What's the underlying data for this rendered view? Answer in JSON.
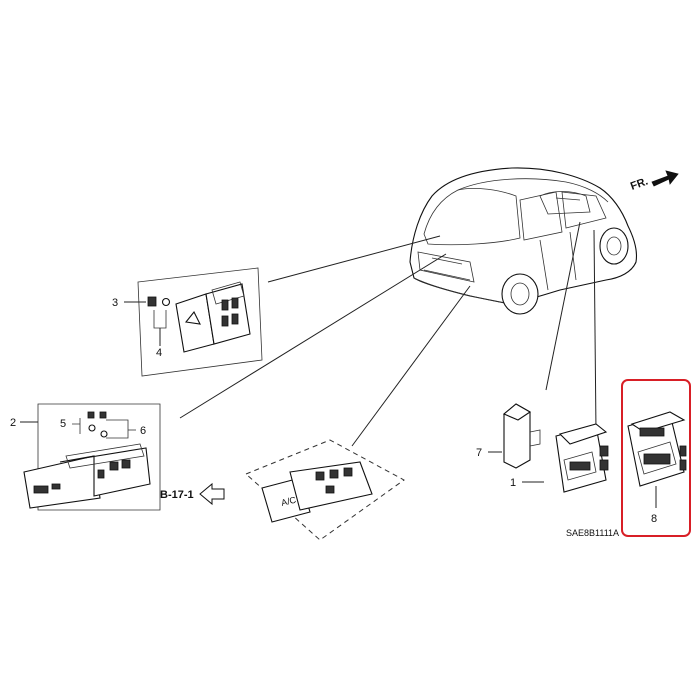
{
  "diagram": {
    "orientation_label": "FR.",
    "diagram_code": "SAE8B1111A",
    "reference_label": "B-17-1",
    "highlight_color": "#d81f26",
    "callouts": {
      "c1": "1",
      "c2": "2",
      "c3": "3",
      "c4": "4",
      "c5": "5",
      "c6": "6",
      "c7": "7",
      "c8": "8"
    },
    "switch_text": "A/C"
  }
}
